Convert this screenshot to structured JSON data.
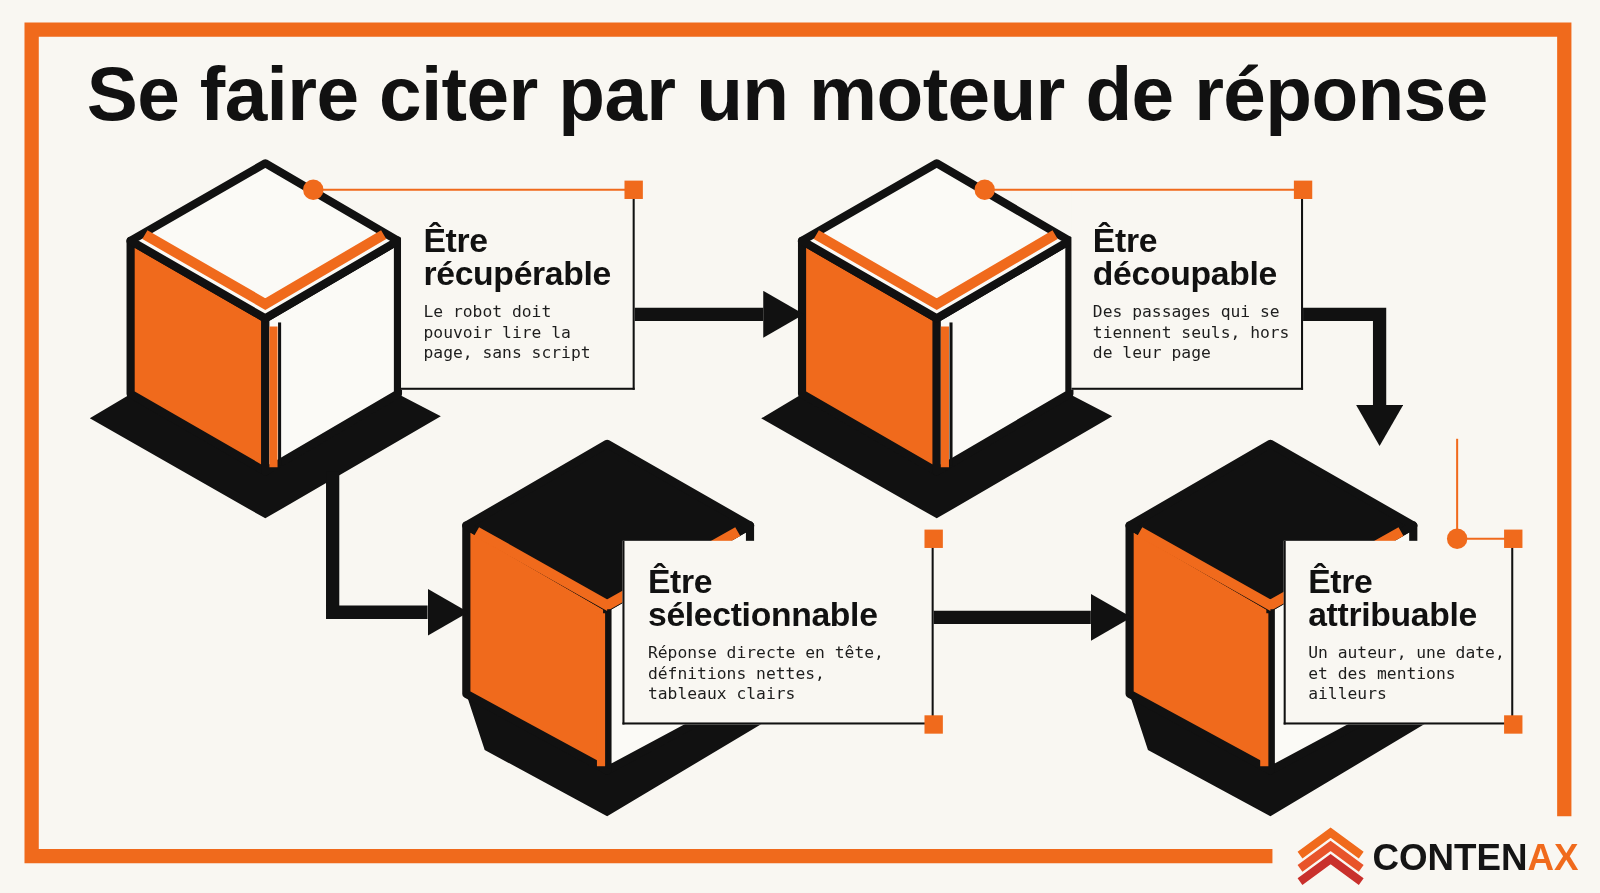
{
  "diagram": {
    "title": "Se faire citer par un moteur de réponse",
    "nodes": [
      {
        "text": [
          "Être récupérable",
          "Le robot doit pouvoir lire la page, sans script"
        ]
      },
      {
        "text": [
          "Être découpable",
          "Des passages qui se tiennent seuls, hors de leur page"
        ]
      },
      {
        "text": [
          "Être sélectionnable",
          "Réponse directe en tête, défnitions nettes, tableaux clairs"
        ]
      },
      {
        "text": [
          "Être attribuable",
          "Un auteur, une date, et des mentions ailleurs"
        ]
      }
    ],
    "edges": [
      {
        "from": 0,
        "to": 1,
        "arrow": "to"
      },
      {
        "from": 0,
        "to": 2,
        "arrow": "to"
      },
      {
        "from": 1,
        "to": 3,
        "arrow": "to"
      },
      {
        "from": 2,
        "to": 3,
        "arrow": "to"
      }
    ],
    "labels": [
      "CONTENAX"
    ]
  }
}
